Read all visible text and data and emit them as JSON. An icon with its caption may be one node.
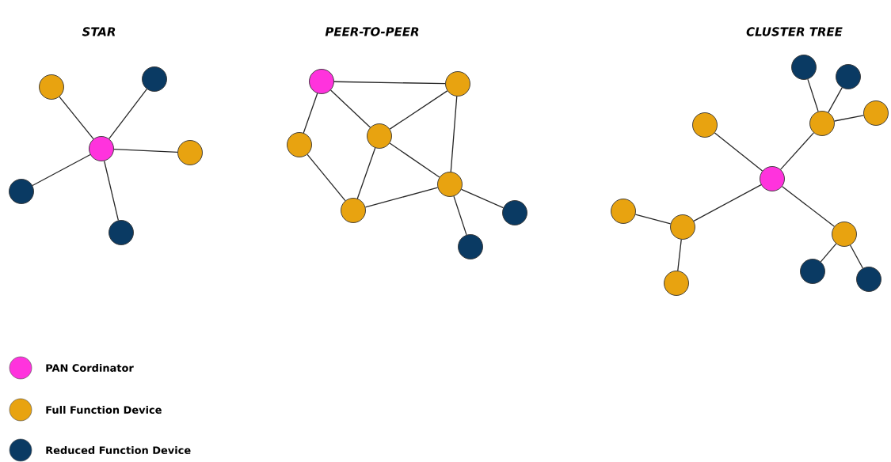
{
  "diagram": {
    "nodes": [
      {
        "text": [],
        "shape": "circle"
      },
      {
        "text": [],
        "shape": "circle"
      },
      {
        "text": [],
        "shape": "circle"
      },
      {
        "text": [],
        "shape": "circle"
      },
      {
        "text": [],
        "shape": "circle"
      },
      {
        "text": [],
        "shape": "circle"
      },
      {
        "text": [],
        "shape": "circle"
      },
      {
        "text": [],
        "shape": "circle"
      },
      {
        "text": [],
        "shape": "circle"
      },
      {
        "text": [],
        "shape": "circle"
      },
      {
        "text": [],
        "shape": "circle"
      },
      {
        "text": [],
        "shape": "circle"
      },
      {
        "text": [],
        "shape": "circle"
      },
      {
        "text": [],
        "shape": "circle"
      },
      {
        "text": [],
        "shape": "circle"
      },
      {
        "text": [],
        "shape": "circle"
      },
      {
        "text": [],
        "shape": "circle"
      },
      {
        "text": [],
        "shape": "circle"
      },
      {
        "text": [],
        "shape": "circle"
      },
      {
        "text": [],
        "shape": "circle"
      },
      {
        "text": [],
        "shape": "circle"
      },
      {
        "text": [],
        "shape": "circle"
      },
      {
        "text": [],
        "shape": "circle"
      },
      {
        "text": [],
        "shape": "circle"
      },
      {
        "text": [],
        "shape": "circle"
      },
      {
        "text": [],
        "shape": "circle"
      }
    ],
    "edges": [
      {
        "from": 0,
        "to": 1,
        "arrow": "none"
      },
      {
        "from": 0,
        "to": 2,
        "arrow": "none"
      },
      {
        "from": 0,
        "to": 3,
        "arrow": "none"
      },
      {
        "from": 0,
        "to": 4,
        "arrow": "none"
      },
      {
        "from": 0,
        "to": 5,
        "arrow": "none"
      },
      {
        "from": 6,
        "to": 7,
        "arrow": "none"
      },
      {
        "from": 6,
        "to": 8,
        "arrow": "none"
      },
      {
        "from": 6,
        "to": 9,
        "arrow": "none"
      },
      {
        "from": 7,
        "to": 8,
        "arrow": "none"
      },
      {
        "from": 7,
        "to": 10,
        "arrow": "none"
      },
      {
        "from": 8,
        "to": 10,
        "arrow": "none"
      },
      {
        "from": 8,
        "to": 11,
        "arrow": "none"
      },
      {
        "from": 9,
        "to": 11,
        "arrow": "none"
      },
      {
        "from": 11,
        "to": 10,
        "arrow": "none"
      },
      {
        "from": 10,
        "to": 12,
        "arrow": "none"
      },
      {
        "from": 10,
        "to": 13,
        "arrow": "none"
      },
      {
        "from": 14,
        "to": 15,
        "arrow": "none"
      },
      {
        "from": 14,
        "to": 16,
        "arrow": "none"
      },
      {
        "from": 16,
        "to": 17,
        "arrow": "none"
      },
      {
        "from": 16,
        "to": 18,
        "arrow": "none"
      },
      {
        "from": 16,
        "to": 19,
        "arrow": "none"
      },
      {
        "from": 14,
        "to": 21,
        "arrow": "none"
      },
      {
        "from": 21,
        "to": 20,
        "arrow": "none"
      },
      {
        "from": 21,
        "to": 22,
        "arrow": "none"
      },
      {
        "from": 14,
        "to": 23,
        "arrow": "none"
      },
      {
        "from": 23,
        "to": 24,
        "arrow": "none"
      },
      {
        "from": 23,
        "to": 25,
        "arrow": "none"
      }
    ],
    "labels": [
      "STAR",
      "PEER-TO-PEER",
      "CLUSTER TREE"
    ],
    "legend": [
      {
        "text": "PAN Cordinator",
        "color": "#ff33dd"
      },
      {
        "text": "Full Function Device",
        "color": "#e8a310"
      },
      {
        "text": "Reduced Function Device",
        "color": "#0a3a63"
      }
    ]
  }
}
